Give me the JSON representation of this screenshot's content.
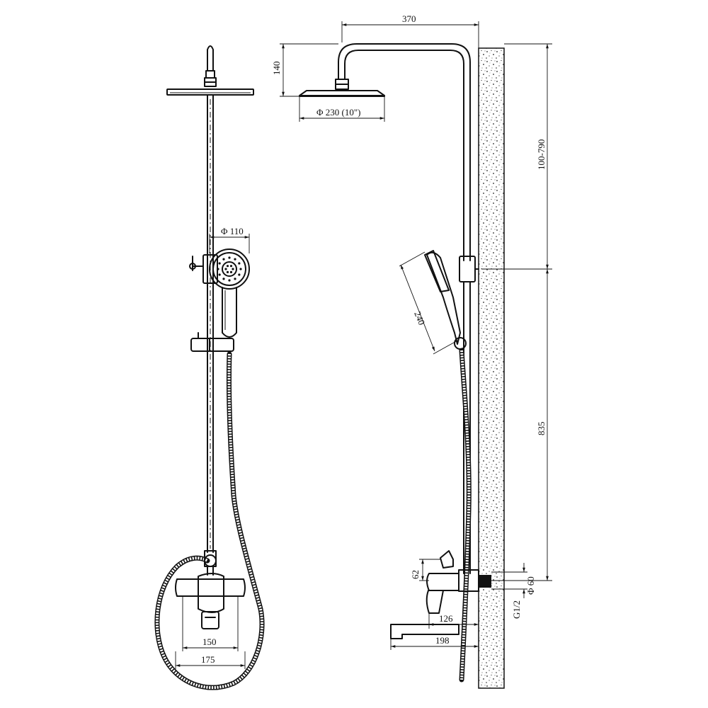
{
  "colors": {
    "line": "#111111",
    "background": "#ffffff",
    "wall_speckle": "#222222"
  },
  "dimensions": {
    "overhead_projection": "370",
    "overhead_drop": "140",
    "rain_head_diameter": "Φ 230 (10\")",
    "hand_shower_diameter": "Φ 110",
    "hand_shower_length": "240",
    "bracket_height": "100-790",
    "riser_height": "835",
    "inlet_offset": "62",
    "inlet_diameter": "Φ 60",
    "thread": "G1/2",
    "mixer_depth": "126",
    "spout_reach": "198",
    "mixer_inner_width": "150",
    "mixer_outer_width": "175"
  }
}
